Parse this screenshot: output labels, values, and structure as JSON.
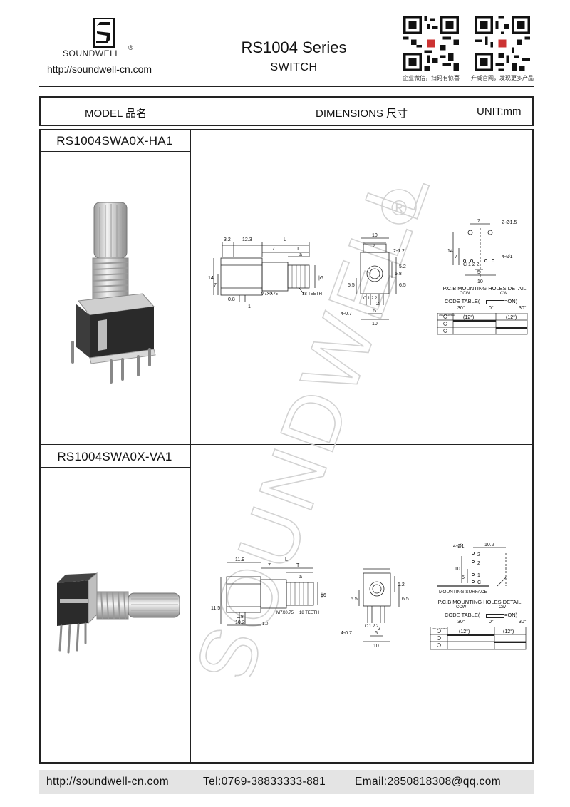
{
  "header": {
    "brand": "SOUNDWELL",
    "registered_mark": "®",
    "url": "http://soundwell-cn.com",
    "series_title": "RS1004 Series",
    "subtitle": "SWITCH",
    "qr_captions": [
      "企业微信，扫码有惊喜",
      "升威官网，发现更多产品"
    ]
  },
  "table_header": {
    "model_label": "MODEL 品名",
    "dimensions_label": "DIMENSIONS 尺寸",
    "unit_label": "UNIT:mm"
  },
  "products": [
    {
      "model": "RS1004SWA0X-HA1",
      "side": {
        "d1": "3.2",
        "d2": "12.3",
        "L": "L",
        "d7": "7",
        "T": "T",
        "a": "a",
        "h14": "14",
        "h7": "7",
        "phi6": "ϕ6",
        "d08": "0.8",
        "d1b": "1",
        "thread": "M7X0.75",
        "teeth": "18 TEETH"
      },
      "front": {
        "w10": "10",
        "w7": "7",
        "note": "2-1.2",
        "h58": "5.8",
        "h52": "5.2",
        "h55": "5.5",
        "h65": "6.5",
        "pins": "C 1 2 2",
        "d2": "2",
        "n4": "4-0.7",
        "w5": "5",
        "wb10": "10"
      },
      "pcb": {
        "top7": "7",
        "hole2": "2-Ø1.5",
        "h14": "14",
        "h7": "7",
        "hole4": "4-Ø1",
        "pins": "C  1   2  2",
        "w5": "5",
        "w10": "10"
      },
      "pcb_title": "P.C.B MOUNTING HOLES DETAIL",
      "ccw": "CCW",
      "cw": "CW",
      "code_table": "CODE TABLE(",
      "code_on": "=ON)",
      "angles": [
        "30°",
        "0°",
        "30°"
      ],
      "steps": [
        "(12°)",
        "(12°)"
      ],
      "terminal_label": "ANGLE TERMINAL"
    },
    {
      "model": "RS1004SWA0X-VA1",
      "side": {
        "d1": "11.9",
        "L": "L",
        "d7": "7",
        "T": "T",
        "a": "a",
        "h115": "11.5",
        "phi6": "ϕ6",
        "d08": "0.8",
        "d102": "10.2",
        "d10": "1.0",
        "thread": "M7X0.75",
        "teeth": "18 TEETH"
      },
      "front": {
        "h52": "5.2",
        "h55": "5.5",
        "h65": "6.5",
        "pins": "C 1 2 2",
        "d2": "2",
        "n4": "4-0.7",
        "w5": "5",
        "wb10": "10"
      },
      "pcb": {
        "hole4": "4-Ø1",
        "w102": "10.2",
        "h10": "10",
        "h5": "5",
        "p2a": "2",
        "p2b": "2",
        "p1": "1",
        "pc": "C",
        "mount": "MOUNTING SURFACE"
      },
      "pcb_title": "P.C.B MOUNTING HOLES DETAIL",
      "ccw": "CCW",
      "cw": "CW",
      "code_table": "CODE TABLE(",
      "code_on": "=ON)",
      "angles": [
        "30°",
        "0°",
        "30°"
      ],
      "steps": [
        "(12°)",
        "(12°)"
      ],
      "terminal_label": "ANGLE TERMINAL"
    }
  ],
  "watermark": "SOUNDWELL",
  "footer": {
    "url": "http://soundwell-cn.com",
    "tel": "Tel:0769-38833333-881",
    "email": "Email:2850818308@qq.com"
  }
}
